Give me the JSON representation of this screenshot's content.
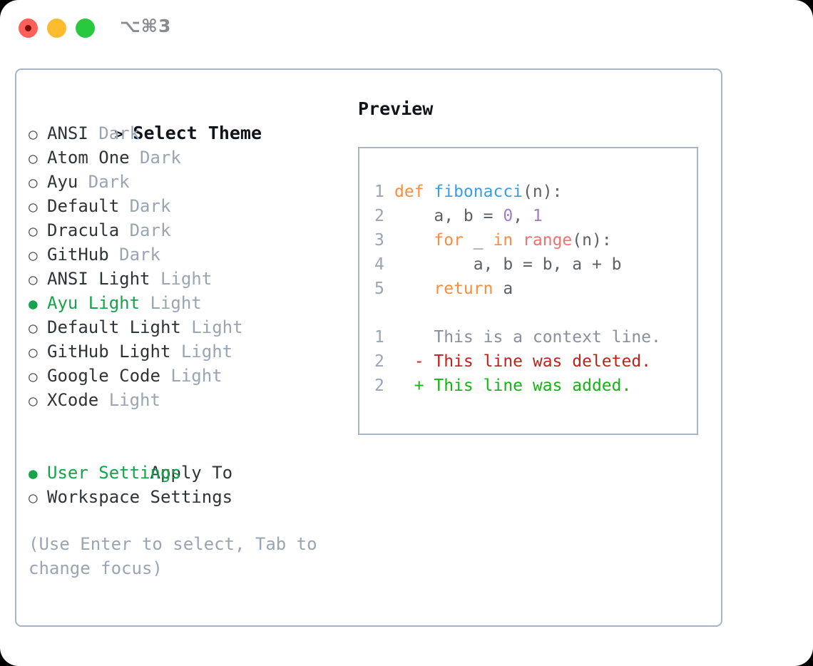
{
  "titlebar": {
    "title": "⌥⌘3",
    "buttons": [
      {
        "name": "close",
        "color": "#fd6058"
      },
      {
        "name": "minimize",
        "color": "#fdbc2e"
      },
      {
        "name": "maximize",
        "color": "#28c83f"
      }
    ]
  },
  "left": {
    "header": {
      "prefix": ">",
      "label": "Select Theme"
    },
    "themes": [
      {
        "marker": "○",
        "name": "ANSI",
        "kind": "Dark",
        "selected": false
      },
      {
        "marker": "○",
        "name": "Atom One",
        "kind": "Dark",
        "selected": false
      },
      {
        "marker": "○",
        "name": "Ayu",
        "kind": "Dark",
        "selected": false
      },
      {
        "marker": "○",
        "name": "Default",
        "kind": "Dark",
        "selected": false
      },
      {
        "marker": "○",
        "name": "Dracula",
        "kind": "Dark",
        "selected": false
      },
      {
        "marker": "○",
        "name": "GitHub",
        "kind": "Dark",
        "selected": false
      },
      {
        "marker": "○",
        "name": "ANSI Light",
        "kind": "Light",
        "selected": false
      },
      {
        "marker": "●",
        "name": "Ayu Light",
        "kind": "Light",
        "selected": true
      },
      {
        "marker": "○",
        "name": "Default Light",
        "kind": "Light",
        "selected": false
      },
      {
        "marker": "○",
        "name": "GitHub Light",
        "kind": "Light",
        "selected": false
      },
      {
        "marker": "○",
        "name": "Google Code",
        "kind": "Light",
        "selected": false
      },
      {
        "marker": "○",
        "name": "XCode",
        "kind": "Light",
        "selected": false
      }
    ],
    "apply_to": {
      "label": "Apply To",
      "options": [
        {
          "marker": "●",
          "label": "User Settings",
          "selected": true
        },
        {
          "marker": "○",
          "label": "Workspace Settings",
          "selected": false
        }
      ]
    },
    "hint": "(Use Enter to select, Tab to change focus)"
  },
  "preview": {
    "title": "Preview",
    "code": [
      {
        "num": "1",
        "tokens": [
          {
            "t": "def ",
            "c": "kw"
          },
          {
            "t": "fibonacci",
            "c": "fn"
          },
          {
            "t": "(n):",
            "c": "txt"
          }
        ]
      },
      {
        "num": "2",
        "tokens": [
          {
            "t": "    a, b = ",
            "c": "txt"
          },
          {
            "t": "0",
            "c": "num"
          },
          {
            "t": ", ",
            "c": "txt"
          },
          {
            "t": "1",
            "c": "num"
          }
        ]
      },
      {
        "num": "3",
        "tokens": [
          {
            "t": "    ",
            "c": "txt"
          },
          {
            "t": "for",
            "c": "kw"
          },
          {
            "t": " _ ",
            "c": "txt"
          },
          {
            "t": "in",
            "c": "kw"
          },
          {
            "t": " ",
            "c": "txt"
          },
          {
            "t": "range",
            "c": "bi"
          },
          {
            "t": "(n):",
            "c": "txt"
          }
        ]
      },
      {
        "num": "4",
        "tokens": [
          {
            "t": "        a, b = b, a + b",
            "c": "txt"
          }
        ]
      },
      {
        "num": "5",
        "tokens": [
          {
            "t": "    ",
            "c": "txt"
          },
          {
            "t": "return",
            "c": "kw"
          },
          {
            "t": " a",
            "c": "txt"
          }
        ]
      }
    ],
    "diff": [
      {
        "num": "1",
        "sign": " ",
        "text": " This is a context line.",
        "kind": "ctx"
      },
      {
        "num": "2",
        "sign": "-",
        "text": " This line was deleted.",
        "kind": "del"
      },
      {
        "num": "2",
        "sign": "+",
        "text": " This line was added.",
        "kind": "add"
      }
    ]
  },
  "colors": {
    "accent_green": "#16a34a",
    "muted": "#9aa5b4",
    "border": "#a9b3c1",
    "keyword": "#fa8d3e",
    "function": "#399ee6",
    "number": "#a37acc",
    "builtin": "#f07171",
    "diff_add": "#13b413",
    "diff_del": "#c0221a"
  }
}
